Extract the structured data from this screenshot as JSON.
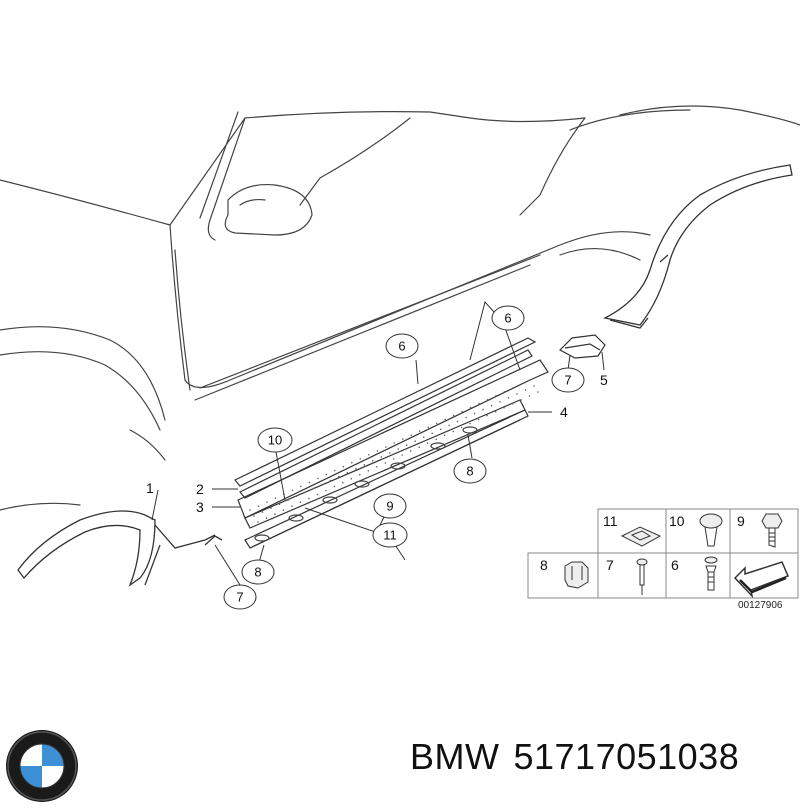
{
  "callouts": {
    "c1": "1",
    "c2": "2",
    "c3": "3",
    "c4": "4",
    "c5": "5",
    "c6a": "6",
    "c6b": "6",
    "c7a": "7",
    "c7b": "7",
    "c8a": "8",
    "c8b": "8",
    "c9": "9",
    "c10": "10",
    "c11": "11"
  },
  "legend": {
    "items": [
      {
        "num": "11",
        "icon": "clip-nut-icon"
      },
      {
        "num": "10",
        "icon": "push-rivet-icon"
      },
      {
        "num": "9",
        "icon": "hex-screw-icon"
      },
      {
        "num": "8",
        "icon": "clip-bracket-icon"
      },
      {
        "num": "7",
        "icon": "blind-rivet-icon"
      },
      {
        "num": "6",
        "icon": "expanding-rivet-icon"
      },
      {
        "num": "",
        "icon": "arrow-icon"
      }
    ]
  },
  "reference_number": "00127906",
  "caption": {
    "brand": "BMW",
    "part_number": "51717051038"
  },
  "colors": {
    "line": "#333333",
    "bmw_blue": "#3d8fd6",
    "logo_dark": "#1a1a1a"
  }
}
